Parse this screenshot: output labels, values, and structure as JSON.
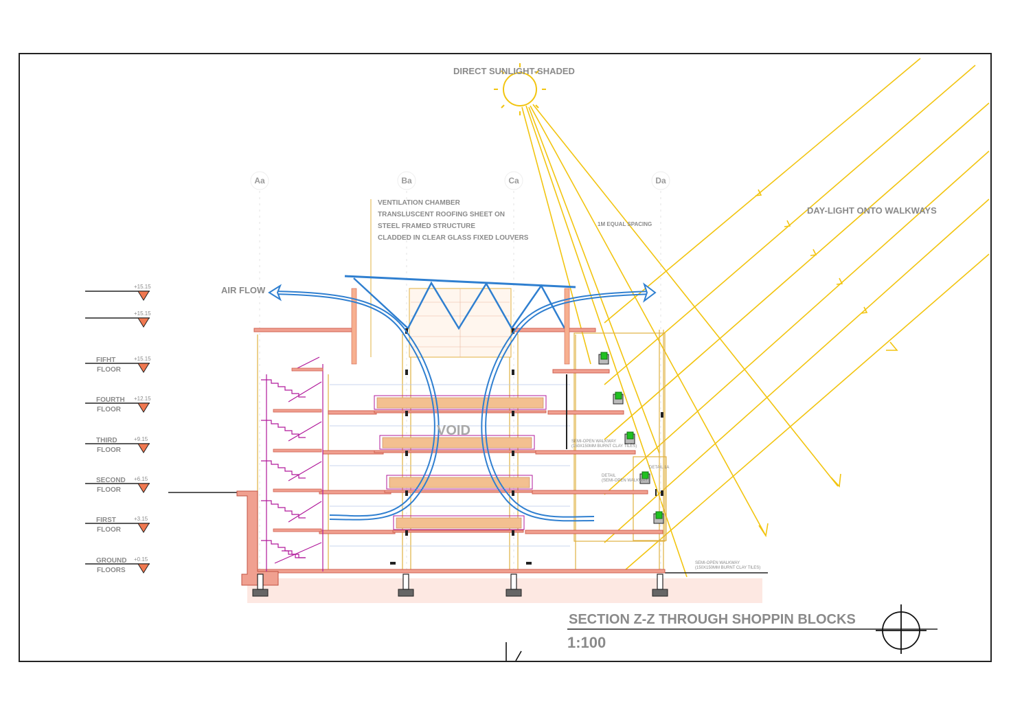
{
  "title": "SECTION Z-Z THROUGH SHOPPIN BLOCKS",
  "scale": "1:100",
  "sun_label": "DIRECT  SUNLIGHT-SHADED",
  "daylight_label": "DAY-LIGHT ONTO WALKWAYS",
  "airflow_label": "AIR FLOW",
  "void_label": "VOID",
  "spacing_note": "1M EQUAL SPACING",
  "ventilation_notes": [
    "VENTILATION CHAMBER",
    "TRANSLUSCENT ROOFING SHEET ON",
    "STEEL FRAMED STRUCTURE",
    "CLADDED IN CLEAR GLASS FIXED LOUVERS"
  ],
  "grid_labels": [
    "Aa",
    "Ba",
    "Ca",
    "Da"
  ],
  "levels": [
    {
      "name": "",
      "name2": "",
      "elev": "+15.15"
    },
    {
      "name": "",
      "name2": "",
      "elev": "+15.15"
    },
    {
      "name": "FIFHT",
      "name2": "FLOOR",
      "elev": "+15.15"
    },
    {
      "name": "FOURTH",
      "name2": "FLOOR",
      "elev": "+12.15"
    },
    {
      "name": "THIRD",
      "name2": "FLOOR",
      "elev": "+9.15"
    },
    {
      "name": "SECOND",
      "name2": "FLOOR",
      "elev": "+6.15"
    },
    {
      "name": "FIRST",
      "name2": "FLOOR",
      "elev": "+3.15"
    },
    {
      "name": "GROUND",
      "name2": "FLOORS",
      "elev": "+0.15"
    }
  ],
  "walkway_notes": {
    "semi_open_1": "SEMI-OPEN WALKWAY",
    "semi_open_1_sub": "(150X150MM BURNT CLAY TILES)",
    "detail_1": "DETAIL",
    "detail_1_sub": "(SEMI-OPEN WALKWAY)",
    "detail_1a": "DETAIL 1A",
    "semi_open_2": "SEMI-OPEN WALKWAY",
    "semi_open_2_sub": "(150X150MM BURNT CLAY TILES)"
  },
  "colors": {
    "slab": "#f0a090",
    "slab_edge": "#d06050",
    "stair": "#b0189a",
    "air": "#2f7fd0",
    "sun": "#f2c40f",
    "grid": "#e0b040",
    "green": "#20c020"
  }
}
